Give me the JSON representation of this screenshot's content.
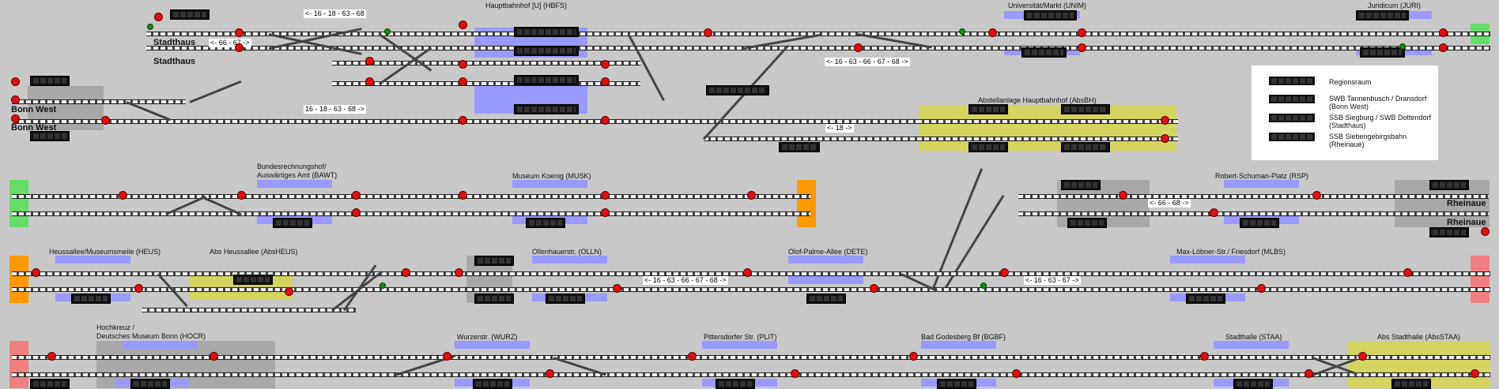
{
  "stations": {
    "hbf": "Hauptbahnhof [U] (HBFS)",
    "unim": "Universität/Markt (UNIM)",
    "juri": "Juridicum (JURI)",
    "absbh": "Abstellanlage Hauptbahnhof (AbsBH)",
    "bawt_1": "Bundesrechnungshof/",
    "bawt_2": "Auswärtiges Amt (BAWT)",
    "musk": "Museum Koenig (MUSK)",
    "rsp": "Robert-Schuman-Platz (RSP)",
    "heus": "Heussallee/Museumsmeile (HEUS)",
    "absheus": "Abs Heussallee (AbsHEUS)",
    "olln": "Ollenhauerstr. (OLLN)",
    "dete": "Olof-Palme-Allee (DETE)",
    "mlbs": "Max-Löbner-Str./ Friesdorf (MLBS)",
    "hocr_1": "Hochkreuz /",
    "hocr_2": "Deutsches Museum Bonn (HOCR)",
    "wurz": "Wurzerstr. (WURZ)",
    "plit": "Pittersdorfer Str. (PLIT)",
    "bgbf": "Bad Godesberg Bf (BGBF)",
    "staa": "Stadthalle (STAA)",
    "absstaa": "Abs Stadthalle (AbsSTAA)"
  },
  "places": {
    "stadthaus": "Stadthaus",
    "bonn_west": "Bonn West",
    "rheinaue": "Rheinaue"
  },
  "directions": {
    "d1": "<- 16 - 18 - 63 - 68",
    "d2": "<- 66 - 67 ->",
    "d3": "16 - 18 - 63 - 68 ->",
    "d4": "<- 16 - 63 - 66 - 67 - 68 ->",
    "d5": "<- 18 ->",
    "d6": "<- 66 - 68 ->",
    "d7": "<- 16 - 63 - 66 - 67 - 68 ->",
    "d8": "<- 16 - 63 - 67 ->"
  },
  "legend": {
    "items": [
      {
        "label": "Regionsraum"
      },
      {
        "label": "SWB Tannenbusch / Dransdorf (Bonn West)"
      },
      {
        "label": "SSB Siegburg / SWB Dottendorf (Stadthaus)"
      },
      {
        "label": "SSB Siebengebirgsbahn (Rheinaue)"
      }
    ]
  },
  "colors": {
    "background": "#c8c8c8",
    "platform": "#9999ff",
    "siding": "#d4d460",
    "signal_stop": "#dd1111",
    "signal_go": "#1a8a1a",
    "edge_green": "#66dd66",
    "edge_orange": "#ff9900",
    "edge_red": "#f08080"
  }
}
